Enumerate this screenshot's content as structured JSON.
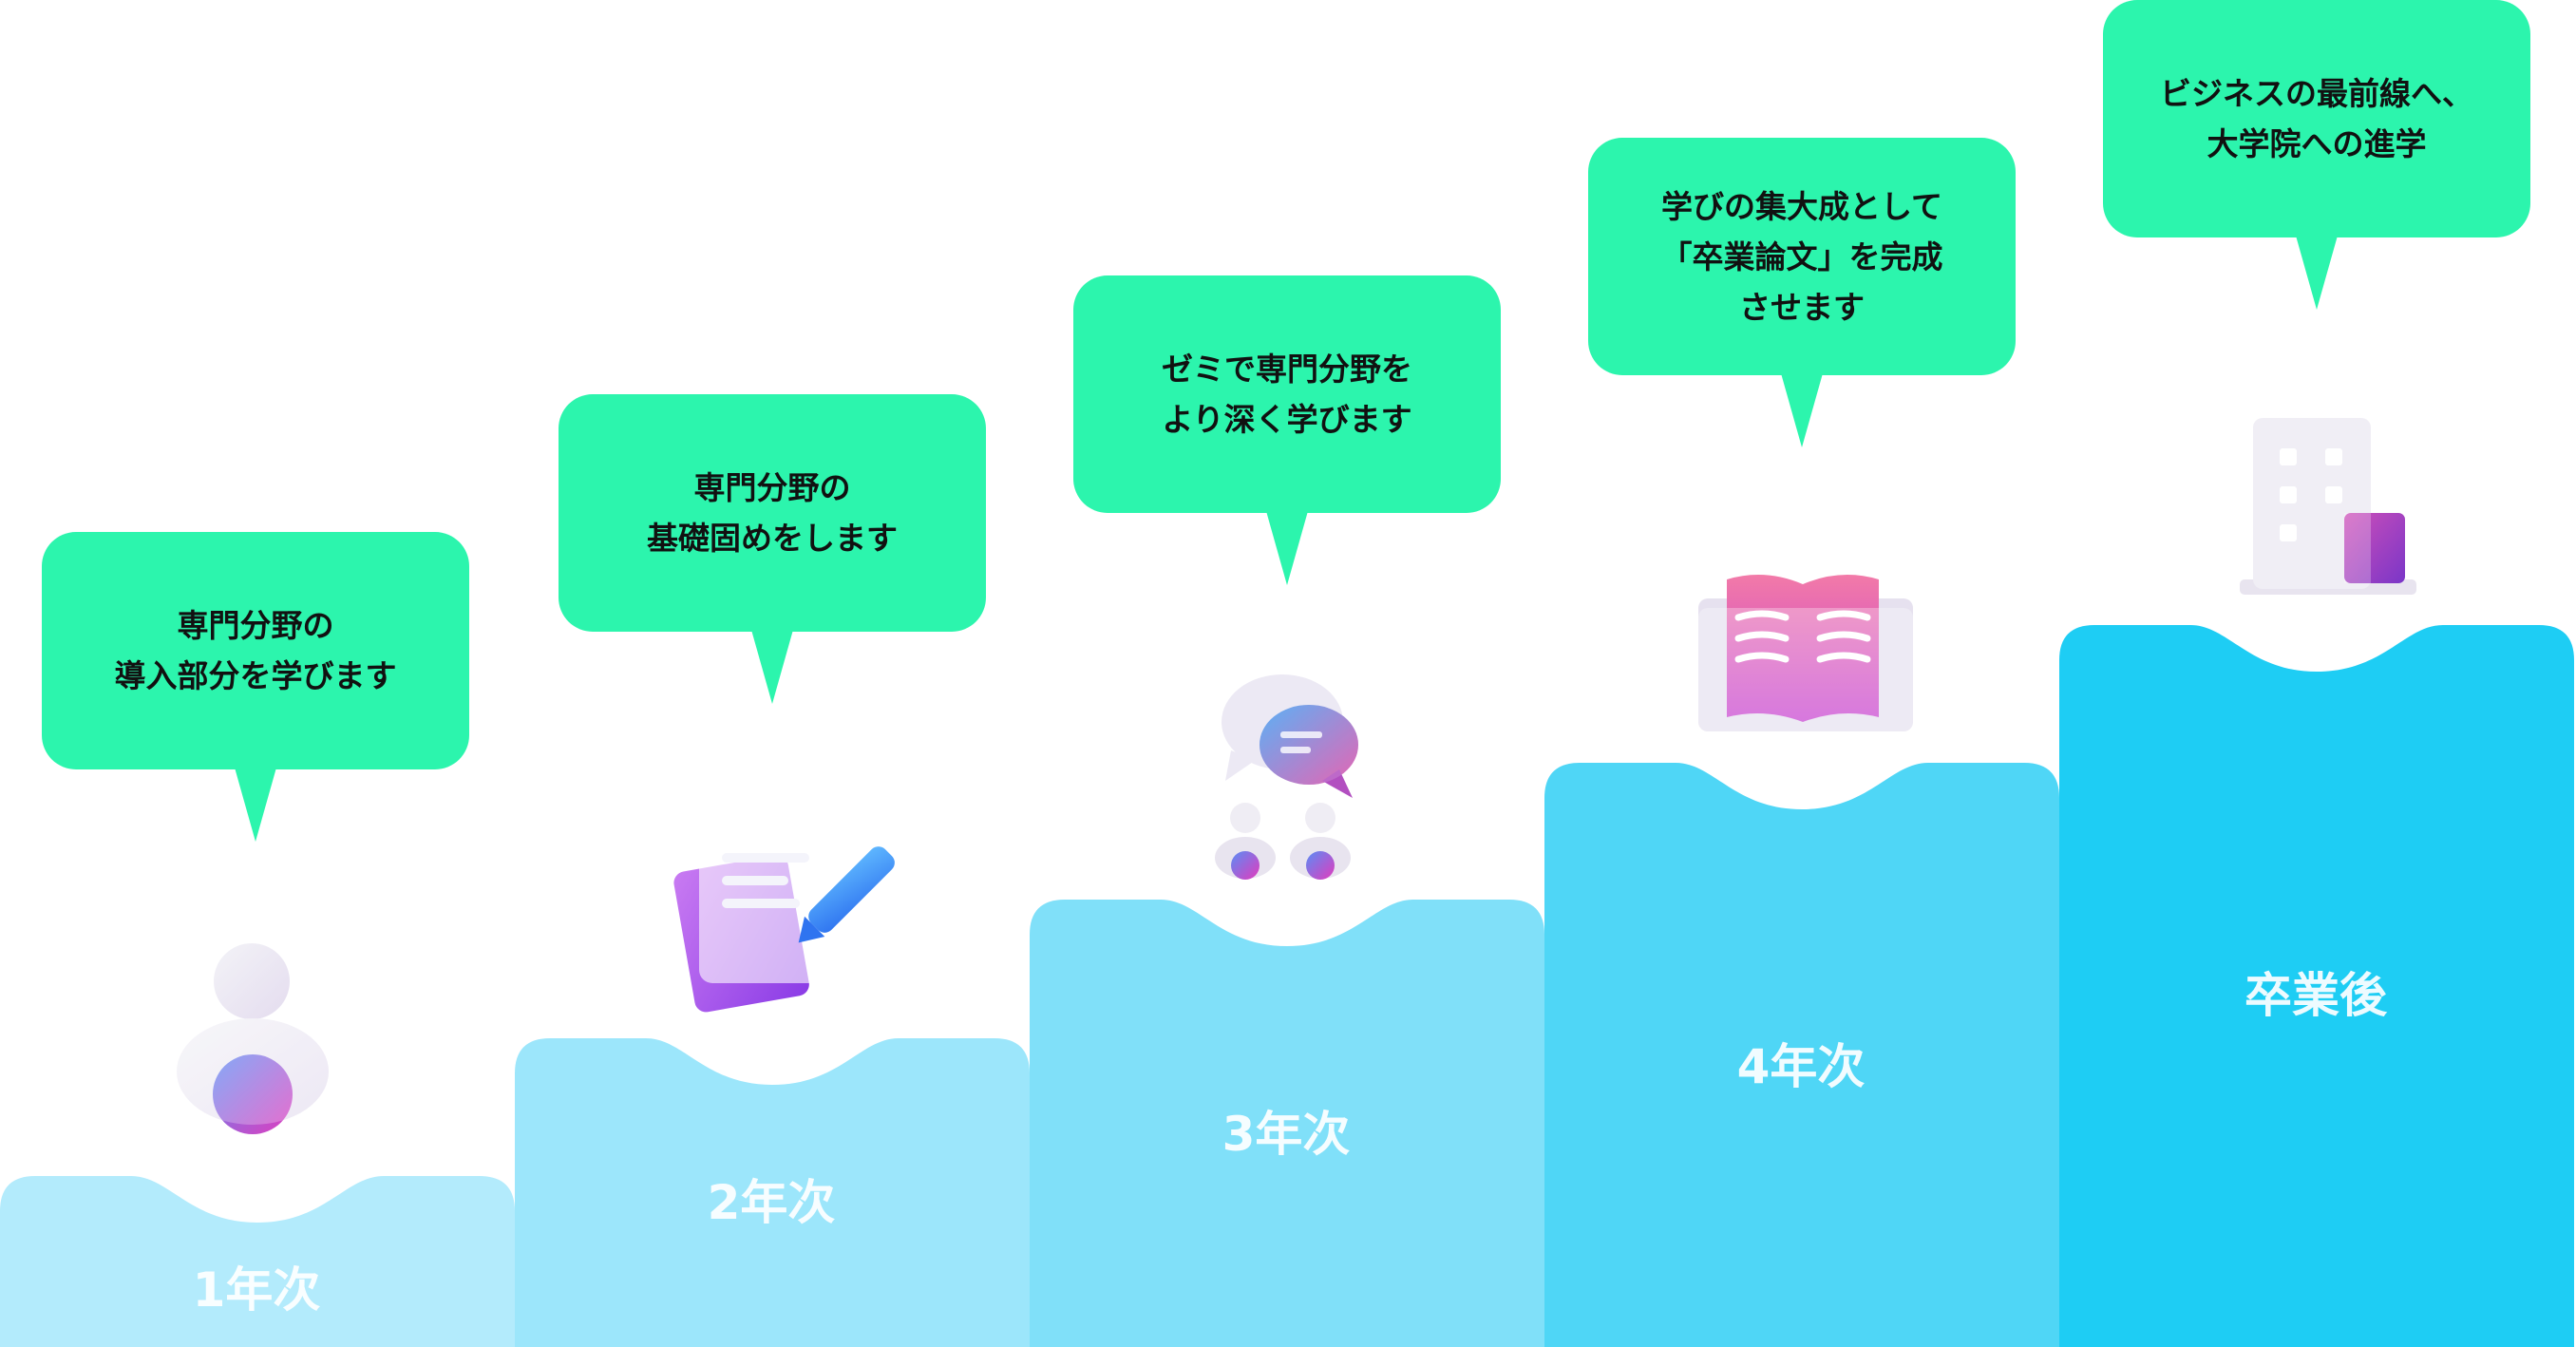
{
  "steps": [
    {
      "label": "1年次",
      "color": "#b3ebfc",
      "bubble": [
        "専門分野の",
        "導入部分を学びます"
      ],
      "icon": "person-icon"
    },
    {
      "label": "2年次",
      "color": "#9ce6fb",
      "bubble": [
        "専門分野の",
        "基礎固めをします"
      ],
      "icon": "notebook-pencil-icon"
    },
    {
      "label": "3年次",
      "color": "#80e0f9",
      "bubble": [
        "ゼミで専門分野を",
        "より深く学びます"
      ],
      "icon": "discussion-group-icon"
    },
    {
      "label": "4年次",
      "color": "#4fd6f6",
      "bubble": [
        "学びの集大成として",
        "「卒業論文」を完成",
        "させます"
      ],
      "icon": "open-book-icon"
    },
    {
      "label": "卒業後",
      "color": "#1ecdf4",
      "bubble": [
        "ビジネスの最前線へ、",
        "大学院への進学"
      ],
      "icon": "office-building-icon"
    }
  ],
  "bubble_color": "#2cf5ad"
}
